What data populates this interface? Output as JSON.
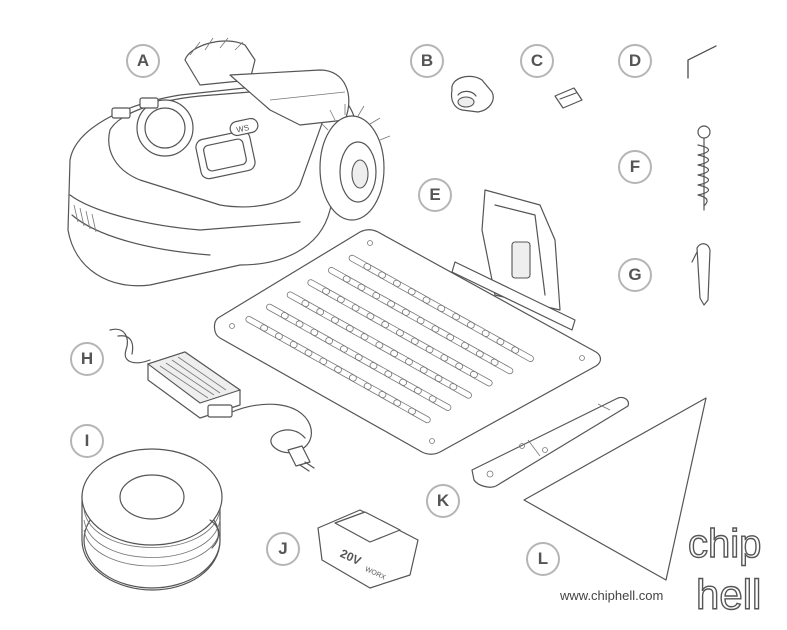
{
  "parts": [
    {
      "id": "A",
      "label": "A"
    },
    {
      "id": "B",
      "label": "B"
    },
    {
      "id": "C",
      "label": "C"
    },
    {
      "id": "D",
      "label": "D"
    },
    {
      "id": "E",
      "label": "E"
    },
    {
      "id": "F",
      "label": "F"
    },
    {
      "id": "G",
      "label": "G"
    },
    {
      "id": "H",
      "label": "H"
    },
    {
      "id": "I",
      "label": "I"
    },
    {
      "id": "J",
      "label": "J"
    },
    {
      "id": "K",
      "label": "K"
    },
    {
      "id": "L",
      "label": "L"
    }
  ],
  "mower": {
    "badge_text": "WS"
  },
  "battery": {
    "badge_text": "20V",
    "brand_text": "WORX"
  },
  "watermark": {
    "url": "www.chiphell.com",
    "logo_line1": "chip",
    "logo_line2": "hell"
  },
  "colors": {
    "line": "#555555",
    "badge_border": "#b5b5b5",
    "background": "#ffffff"
  }
}
